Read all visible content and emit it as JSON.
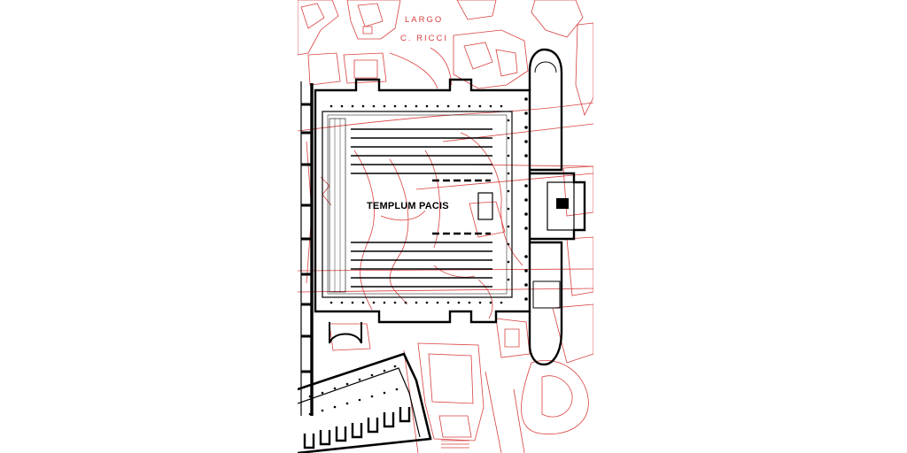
{
  "map": {
    "labels": {
      "street_line1": "LARGO",
      "street_line2": "C. RICCI",
      "monument": "TEMPLUM PACIS"
    },
    "colors": {
      "background": "#ffffff",
      "ancient_plan": "#000000",
      "modern_overlay": "#d94040"
    }
  }
}
